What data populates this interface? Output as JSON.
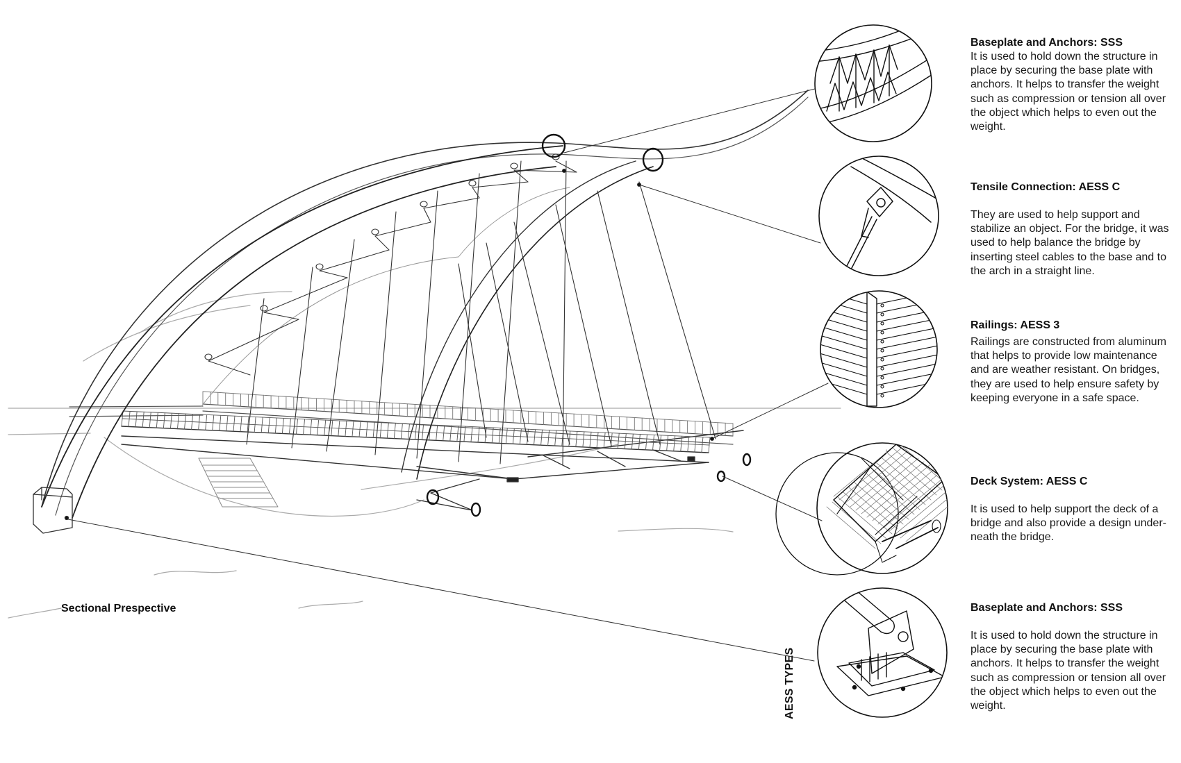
{
  "details": [
    {
      "title": "Baseplate and Anchors: SSS",
      "text": "It is used to hold down the structure in place by securing the base plate with anchors. It helps to transfer the weight such as compression or tension all over the object which helps to even out the weight."
    },
    {
      "title": "Tensile Connection: AESS C",
      "text": "They are used to help support and stabilize an object. For the bridge, it was used to help balance the bridge by inserting steel cables to the base and to the arch in a straight line."
    },
    {
      "title": "Railings: AESS 3",
      "text": "Railings are constructed from aluminum that helps to provide low maintenance and are weather resistant. On bridges, they are used to help ensure safety by keeping everyone in a safe space."
    },
    {
      "title": "Deck System: AESS C",
      "text": "It is used to help support the deck of a bridge and also provide a design under-neath the bridge."
    },
    {
      "title": "Baseplate and Anchors: SSS",
      "text": "It is used to hold down the structure in place by securing the base plate with anchors. It helps to transfer the weight such as compression or tension all over the object which helps to even out the weight."
    }
  ],
  "caption": "Sectional Prespective",
  "side_label": "AESS TYPES"
}
